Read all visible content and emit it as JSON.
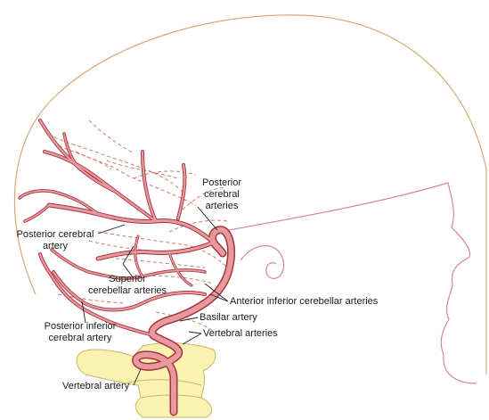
{
  "colors": {
    "skull_outline": "#d9a974",
    "face_outline": "#d884a6",
    "artery_fill": "#e79a9e",
    "artery_outline": "#a8333d",
    "vein_dashed": "#c97a6a",
    "bone": "#fbf1b0",
    "bone_outline": "#c9b56a"
  },
  "labels": {
    "posterior_cerebral_arteries": "Posterior\ncerebral\narteries",
    "posterior_cerebral_artery": "Posterior cerebral\nartery",
    "superior_cerebellar_arteries": "Superior\ncerebellar arteries",
    "anterior_inferior_cerebellar_arteries": "Anterior inferior cerebellar arteries",
    "basilar_artery": "Basilar artery",
    "vertebral_arteries": "Vertebral arteries",
    "posterior_inferior_cerebral_artery": "Posterior inferior\ncerebral artery",
    "vertebral_artery": "Vertebral artery"
  }
}
